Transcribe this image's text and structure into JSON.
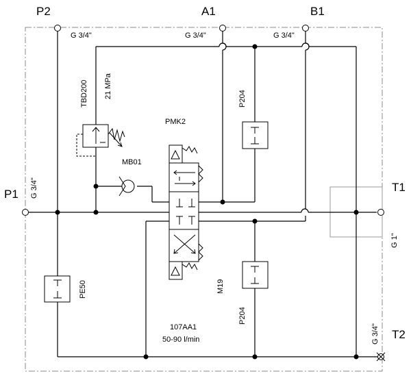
{
  "ports": {
    "p1": "P1",
    "p2": "P2",
    "a1": "A1",
    "b1": "B1",
    "t1": "T1",
    "t2": "T2"
  },
  "threads": {
    "p2": "G 3/4\"",
    "a1": "G 3/4\"",
    "b1": "G 3/4\"",
    "p1": "G 3/4\"",
    "t1": "G 1\"",
    "t2": "G 3/4\""
  },
  "components": {
    "relief_valve_code": "TBD200",
    "relief_pressure": "21 MPa",
    "valve_code": "PMK2",
    "check_valve_code": "MB01",
    "gauge_upper": "P204",
    "gauge_lower": "P204",
    "filter": "PE50",
    "lower_item": "M19",
    "block_code": "107AA1",
    "flow_range": "50-90 l/min"
  }
}
